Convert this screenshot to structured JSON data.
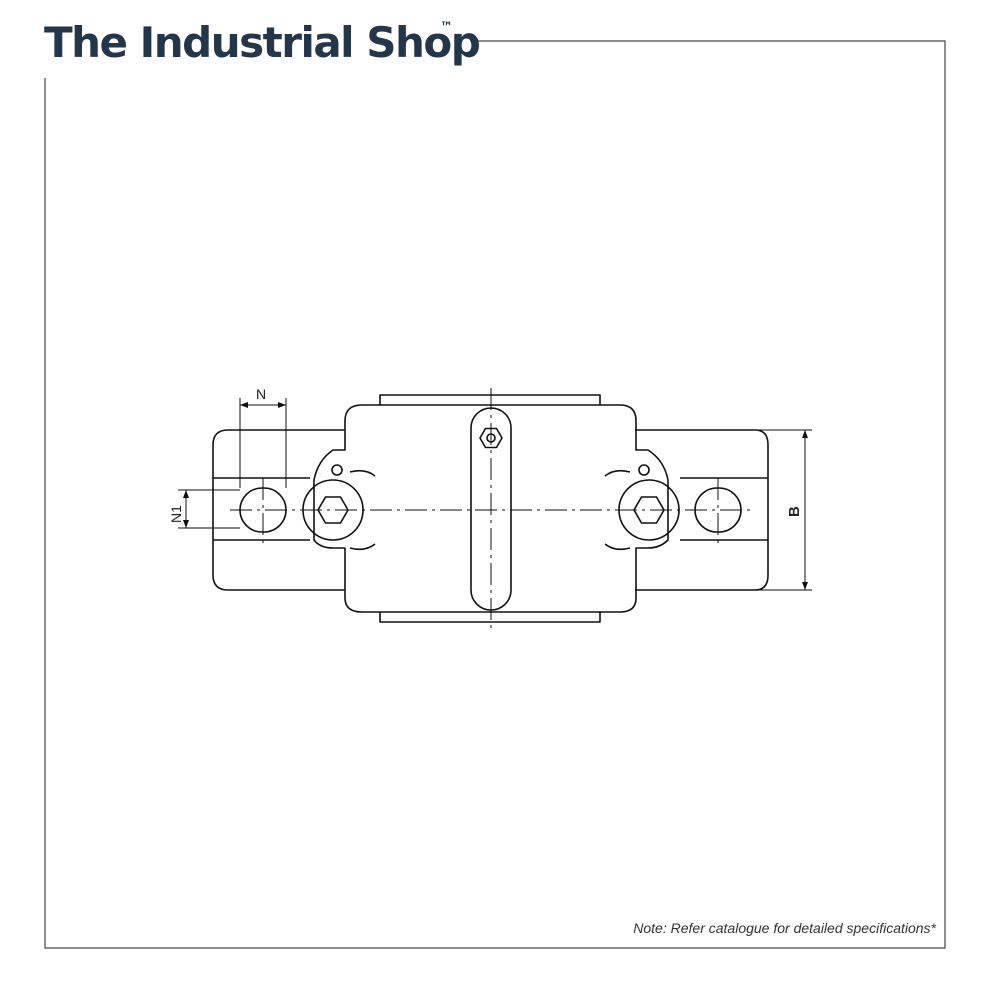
{
  "brand": {
    "name": "The Industrial Shop",
    "trademark": "™",
    "color": "#24364a"
  },
  "drawing": {
    "dimension_labels": {
      "n": "N",
      "n1": "N1",
      "b": "B"
    }
  },
  "note": "Note: Refer catalogue for detailed specifications*"
}
